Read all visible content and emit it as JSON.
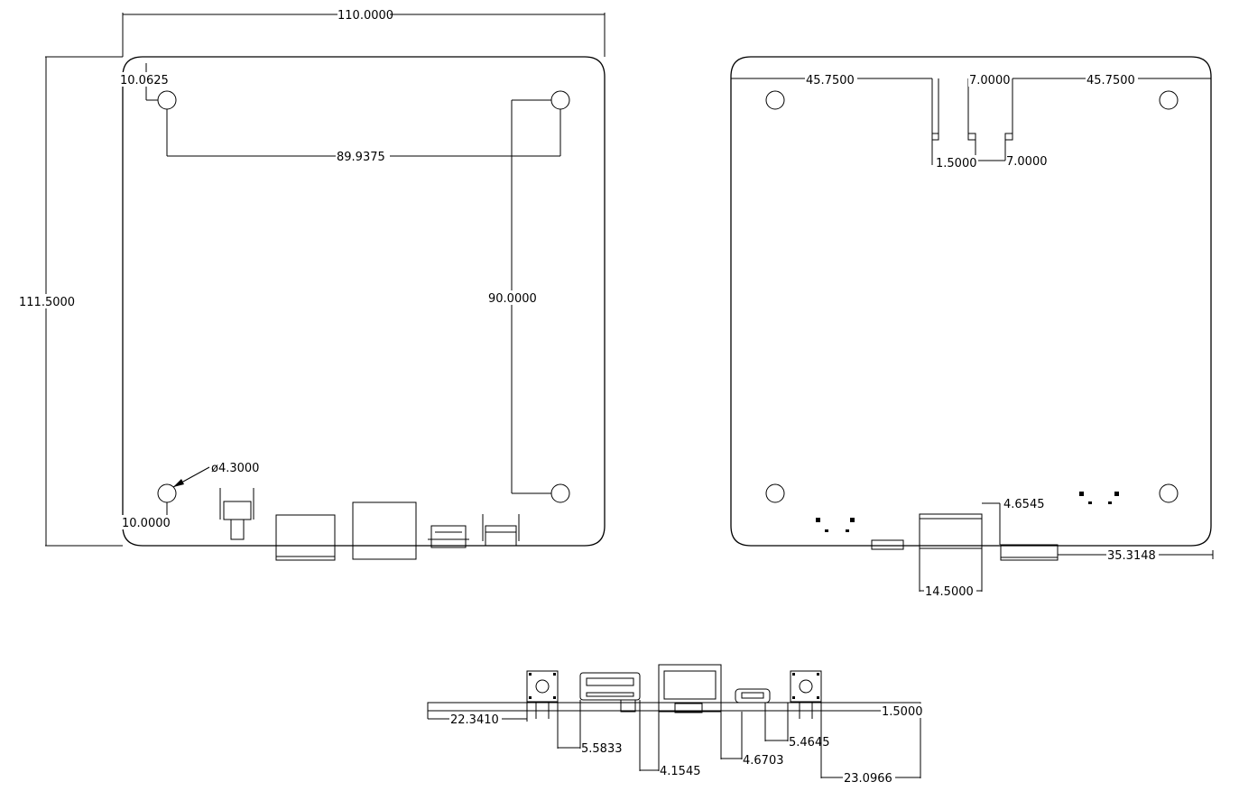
{
  "dimensions": {
    "top_view": {
      "board_width": "110.0000",
      "board_height": "111.5000",
      "hole_offset_x": "10.0625",
      "hole_spacing_x": "89.9375",
      "hole_spacing_y": "90.0000",
      "hole_diameter": "ø4.3000",
      "hole_offset_y": "10.0000"
    },
    "bottom_view": {
      "left_margin": "45.7500",
      "slot_width": "7.0000",
      "right_margin": "45.7500",
      "slot_inner_width": "1.5000",
      "slot_depth": "7.0000",
      "connector_offset": "4.6545",
      "connector_width": "14.5000",
      "jack_position": "35.3148"
    },
    "front_view": {
      "button_left_position": "22.3410",
      "usb_position": "5.5833",
      "ethernet_position": "4.1545",
      "ethernet_width": "4.6703",
      "micro_usb_position": "5.4645",
      "board_thickness": "1.5000",
      "button_right_position": "23.0966"
    }
  }
}
